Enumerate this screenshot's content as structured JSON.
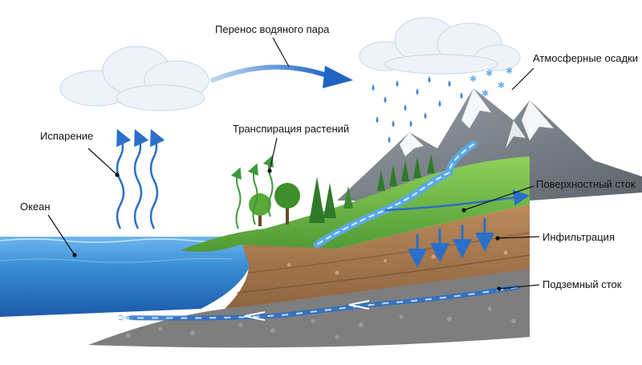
{
  "labels": {
    "vapor_transport": "Перенос водяного пара",
    "precipitation": "Атмосферные осадки",
    "evaporation": "Испарение",
    "transpiration": "Транспирация растений",
    "ocean": "Океан",
    "surface_runoff": "Поверхностный сток",
    "infiltration": "Инфильтрация",
    "groundwater_flow": "Подземный сток"
  },
  "colors": {
    "ocean": "#3a8fd6",
    "ocean_deep": "#1f63b0",
    "arrow_blue": "#2a6fc9",
    "arrow_green": "#3c9a3c",
    "grass": "#7cc24a",
    "soil": "#a87a4e",
    "rock": "#8a8a8a",
    "snow": "#f4f6f8",
    "mountain": "#7d848c",
    "cloud": "#eef3f9"
  },
  "icons": [
    "cloud-icon",
    "raindrop-icon",
    "snowflake-icon",
    "tree-icon",
    "mountain-icon"
  ]
}
